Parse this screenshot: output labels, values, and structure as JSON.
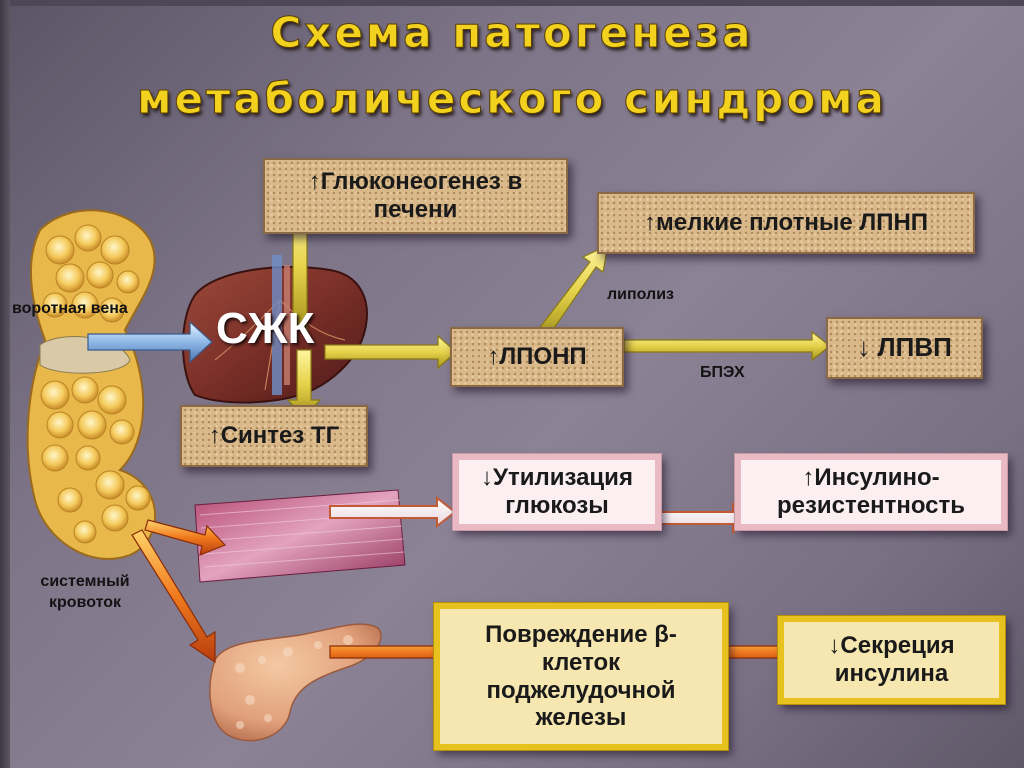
{
  "title": {
    "line1": "Схема патогенеза",
    "line2": "метаболического синдрома"
  },
  "nodes": {
    "gluconeogenesis": "↑Глюконеогенез в печени",
    "small_ldl": "↑мелкие плотные ЛПНП",
    "vldl": "↑ЛПОНП",
    "hdl": "↓ ЛПВП",
    "tg_synthesis": "↑Синтез ТГ",
    "glucose_utilization": "↓Утилизация глюкозы",
    "insulin_resistance": "↑Инсулино-резистентность",
    "beta_cell_damage": "Повреждение β-клеток поджелудочной железы",
    "insulin_secretion": "↓Секреция инсулина"
  },
  "labels": {
    "portal_vein": "воротная вена",
    "ffa": "СЖК",
    "lipolysis": "липолиз",
    "hl": "БПЭХ",
    "systemic": "системный кровоток"
  },
  "icons": [
    "adipose-tissue-illustration",
    "liver-illustration",
    "muscle-tissue-illustration",
    "pancreas-illustration"
  ],
  "colors": {
    "title": "#f2d21e",
    "arrow_yellow": "#e6d24a",
    "arrow_orange": "#e8531c",
    "box_pink_border": "#e9b9c4",
    "box_yellow_border": "#e7c21e"
  }
}
